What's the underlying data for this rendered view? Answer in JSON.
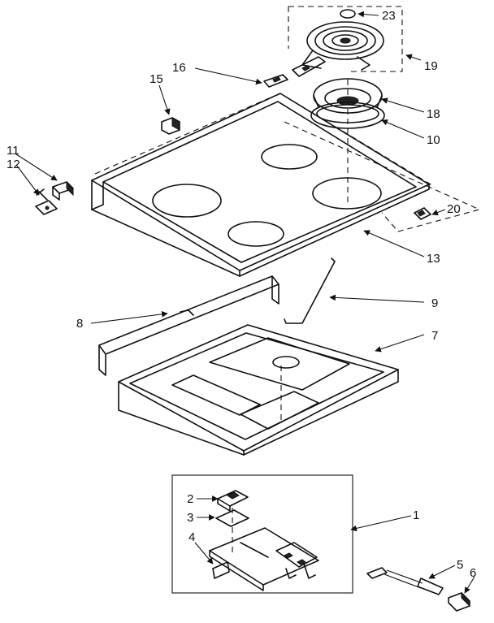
{
  "callouts": [
    {
      "id": "c1",
      "label": "1"
    },
    {
      "id": "c2",
      "label": "2"
    },
    {
      "id": "c3",
      "label": "3"
    },
    {
      "id": "c4",
      "label": "4"
    },
    {
      "id": "c5",
      "label": "5"
    },
    {
      "id": "c6",
      "label": "6"
    },
    {
      "id": "c7",
      "label": "7"
    },
    {
      "id": "c8",
      "label": "8"
    },
    {
      "id": "c9",
      "label": "9"
    },
    {
      "id": "c10",
      "label": "10"
    },
    {
      "id": "c11",
      "label": "11"
    },
    {
      "id": "c12",
      "label": "12"
    },
    {
      "id": "c13",
      "label": "13"
    },
    {
      "id": "c15",
      "label": "15"
    },
    {
      "id": "c16",
      "label": "16"
    },
    {
      "id": "c18",
      "label": "18"
    },
    {
      "id": "c19",
      "label": "19"
    },
    {
      "id": "c20",
      "label": "20"
    },
    {
      "id": "c23",
      "label": "23"
    }
  ]
}
